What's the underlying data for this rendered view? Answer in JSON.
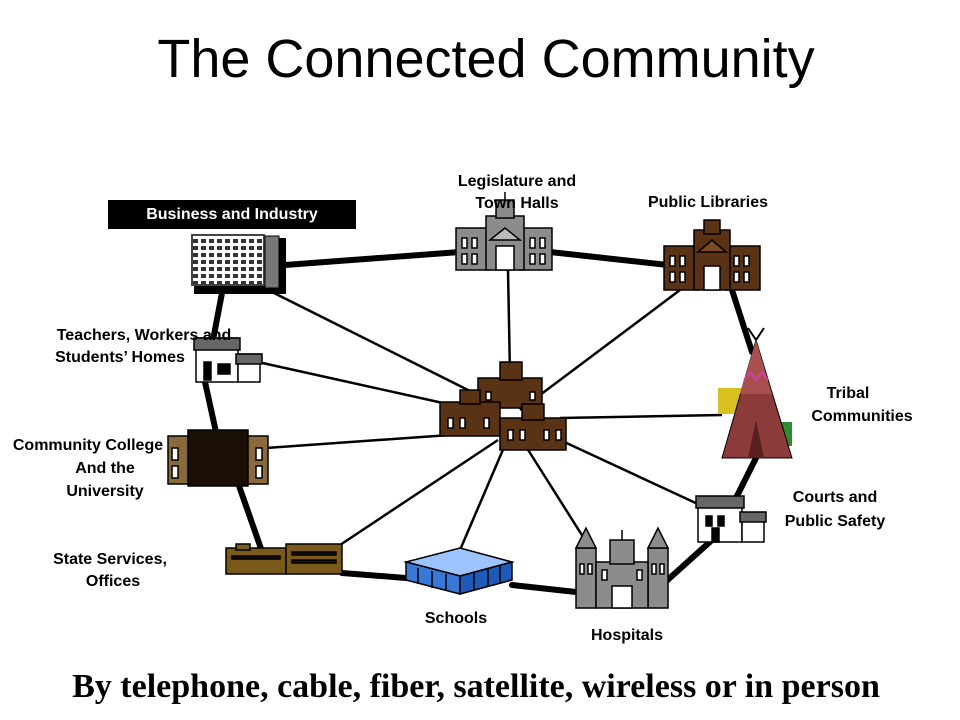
{
  "title": "The Connected Community",
  "footer": "By telephone, cable, fiber, satellite, wireless or in person",
  "nodes": {
    "business": {
      "label": "Business and Industry",
      "icon": "office-tower-icon"
    },
    "legislature": {
      "lines": [
        "Legislature and",
        "Town Halls"
      ],
      "icon": "capitol-building-icon"
    },
    "libraries": {
      "label": "Public Libraries",
      "icon": "library-building-icon"
    },
    "homes": {
      "lines": [
        "Teachers, Workers and",
        "Students’ Homes"
      ],
      "icon": "house-icon"
    },
    "tribal": {
      "lines": [
        "Tribal",
        "Communities"
      ],
      "icon": "tepee-icon"
    },
    "college": {
      "lines": [
        "Community College",
        "And the",
        "University"
      ],
      "icon": "college-building-icon"
    },
    "courts": {
      "lines": [
        "Courts and",
        "Public Safety"
      ],
      "icon": "courthouse-icon"
    },
    "state": {
      "lines": [
        "State Services,",
        "Offices"
      ],
      "icon": "state-office-icon"
    },
    "schools": {
      "label": "Schools",
      "icon": "school-building-icon"
    },
    "hospitals": {
      "label": "Hospitals",
      "icon": "hospital-building-icon"
    },
    "hub": {
      "icon": "community-hub-icon"
    }
  },
  "colors": {
    "building_gray": "#8c8c8c",
    "building_brown": "#5a3214",
    "college_tan": "#8a6a3a",
    "state_gold": "#7a5a1a",
    "school_blue": "#3a78d8",
    "tepee_brown": "#8c3a3a",
    "tribal_green": "#2e8b2e"
  }
}
